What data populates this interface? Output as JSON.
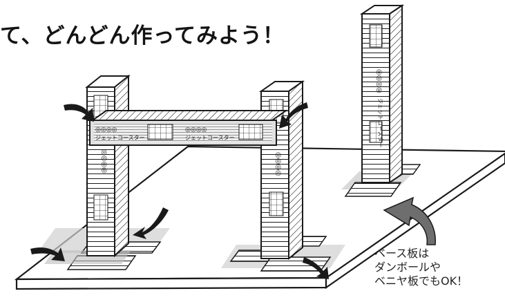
{
  "title": "て、どんどん作ってみよう！",
  "caption": {
    "line1": "ベース板は",
    "line2": "ダンボールや",
    "line3": "ベニヤ板でもOK！"
  },
  "banner": {
    "label_symbols": "◎◎◎◎",
    "label_text": "ジェットコースター"
  },
  "pillar_label": "ジェットコースター",
  "colors": {
    "ink": "#1a1a1a",
    "paper": "#ffffff",
    "arrow_dark": "#1a1a1a",
    "arrow_gray": "#6e6e6e",
    "shadow_gray": "#bdbdbd"
  },
  "icons": [
    "arrow-icon",
    "curved-arrow-icon"
  ]
}
